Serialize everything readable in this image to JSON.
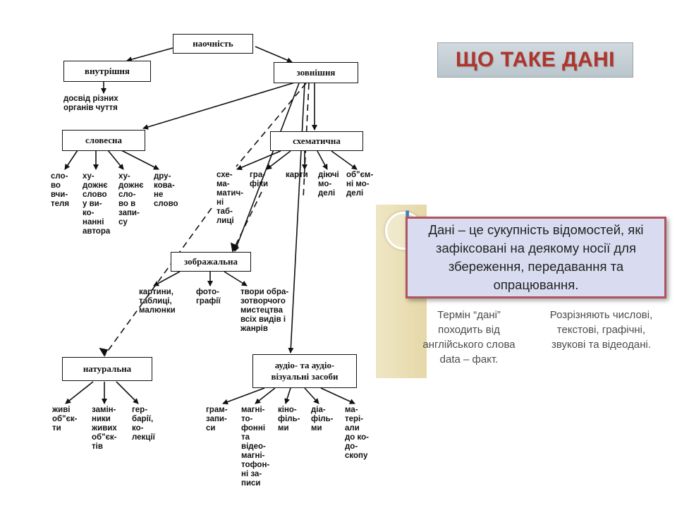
{
  "slide": {
    "title": "ЩО ТАКЕ ДАНІ",
    "definition": "Дані – це сукупність відомостей, які зафіксовані на деякому носії для збереження, передавання та опрацювання.",
    "note_term": "Термін “дані” походить від англійського слова data – факт.",
    "note_types": "Розрізняють числові, текстові, графічні, звукові та відеодані.",
    "exclamation": "!"
  },
  "diagram": {
    "boxes": {
      "naochnist": "наочність",
      "vnutrishnia": "внутрішня",
      "zovnishnia": "зовнішня",
      "slovesna": "словесна",
      "skhematychna": "схематична",
      "zobrazhalna": "зображальна",
      "naturalna": "натуральна",
      "audio": "аудіо- та аудіо-\nвізуальні засоби"
    },
    "labels": {
      "dosvid": "досвід  різних\nорганів  чуття",
      "slovo_vchytelia": "сло-\nво\nвчи-\nтеля",
      "khud_slovo_vykon": "ху-\nдожнє\nслово\nу ви-\nко-\nнанні\nавтора",
      "khud_slovo_zapys": "ху-\nдожнє\nсло-\nво в\nзапи-\nсу",
      "drukovane": "дру-\nкова-\nне\nслово",
      "skhem_tablytsi": "схе-\nма-\nматич-\nні\nтаб-\nлиці",
      "hrafiky": "гра-\nфіки",
      "karty": "карти",
      "diiuchi_modeli": "діючі\nмо-\nделі",
      "obiemni_modeli": "об\"єм-\nні мо-\nделі",
      "kartyny": "картини,\nтаблиці,\nмалюнки",
      "foto": "фото-\nграфії",
      "tvory": "твори обра-\nзотворчого\nмистецтва\nвсіх видів і\nжанрів",
      "zhyvi": "живі\nоб\"єк-\nти",
      "zaminnyky": "замін-\nники\nживих\nоб\"єк-\nтів",
      "herbarii": "гер-\nбарії,\nко-\nлекції",
      "hramzapysy": "грам-\nзапи-\nси",
      "mahnitofonni": "магні-\nто-\nфонні\nта\nвідео-\nмагні-\nтофон-\nні за-\nписи",
      "kinofilmy": "кіно-\nфіль-\nми",
      "diafilmy": "діа-\nфіль-\nми",
      "materialy": "ма-\nтері-\nали\nдо ко-\nдо-\nскопу"
    }
  },
  "colors": {
    "title_text": "#b0342c",
    "title_bg": "#c5cfd5",
    "definition_bg": "#d9dcf0",
    "definition_border": "#b0555f",
    "note_text": "#4b4b4b",
    "diagram_ink": "#111111"
  }
}
